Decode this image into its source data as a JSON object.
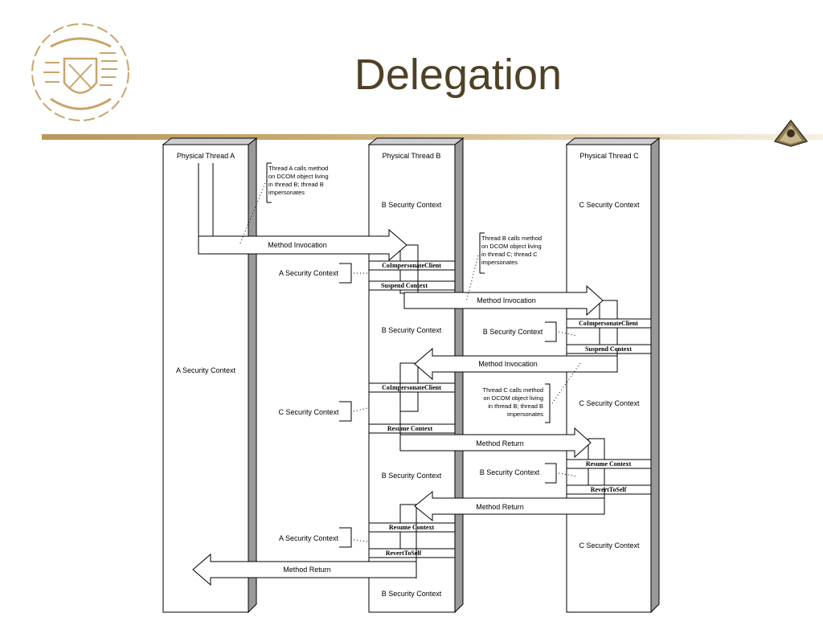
{
  "slide": {
    "title": "Delegation",
    "accent_color": "#b9975b",
    "title_color": "#4e4226",
    "seal_icon": "university-seal-icon",
    "corner_icon": "mascot-logo-icon"
  },
  "diagram": {
    "threads": [
      {
        "label": "Physical Thread A",
        "context": "A Security Context"
      },
      {
        "label": "Physical Thread B"
      },
      {
        "label": "Physical Thread C"
      }
    ],
    "thread_b_contexts": [
      "B Security Context",
      "B Security Context",
      "B Security Context",
      "B Security Context"
    ],
    "thread_c_contexts": [
      "C Security Context",
      "C Security Context",
      "C Security Context"
    ],
    "side_contexts": [
      "A Security Context",
      "C Security Context",
      "A Security Context",
      "B Security Context",
      "B Security Context"
    ],
    "arrows": [
      "Method Invocation",
      "Method Invocation",
      "Method Invocation",
      "Method Return",
      "Method Return",
      "Method Return"
    ],
    "calls": [
      "CoImpersonateClient",
      "Suspend Context",
      "CoImpersonateClient",
      "Suspend Context",
      "CoImpersonateClient",
      "Resume Context",
      "Resume Context",
      "RevertToSelf",
      "Resume Context",
      "RevertToSelf"
    ],
    "notes": [
      [
        "Thread A calls method",
        "on DCOM object living",
        "in thread B; thread  B",
        "impersonates"
      ],
      [
        "Thread B calls method",
        "on DCOM object living",
        "in thread C; thread C",
        "impersonates"
      ],
      [
        "Thread C calls method",
        "on DCOM object living",
        "in thread B; thread B",
        "impersonates"
      ]
    ]
  }
}
